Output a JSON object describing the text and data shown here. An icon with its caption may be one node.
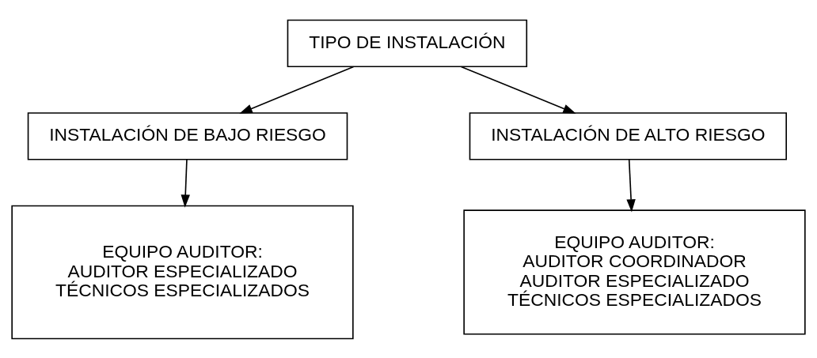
{
  "diagram": {
    "nodes": [
      {
        "text": [
          "TIPO DE INSTALACIÓN"
        ]
      },
      {
        "text": [
          "INSTALACIÓN DE BAJO RIESGO"
        ]
      },
      {
        "text": [
          "INSTALACIÓN DE ALTO RIESGO"
        ]
      },
      {
        "text": [
          "EQUIPO AUDITOR:",
          "AUDITOR ESPECIALIZADO",
          "TÉCNICOS ESPECIALIZADOS"
        ]
      },
      {
        "text": [
          "EQUIPO AUDITOR:",
          "AUDITOR COORDINADOR",
          "AUDITOR ESPECIALIZADO",
          "TÉCNICOS ESPECIALIZADOS"
        ]
      }
    ],
    "edges": [
      {
        "from": 0,
        "to": 1,
        "arrow": "to"
      },
      {
        "from": 0,
        "to": 2,
        "arrow": "to"
      },
      {
        "from": 1,
        "to": 3,
        "arrow": "to"
      },
      {
        "from": 2,
        "to": 4,
        "arrow": "to"
      }
    ]
  }
}
